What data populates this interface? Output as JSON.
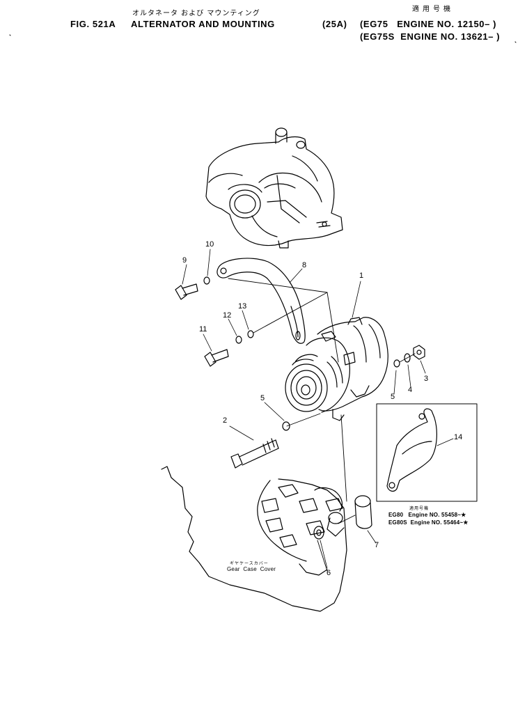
{
  "header": {
    "jp_title": "オルタネータ および マウンティング",
    "jp_applicable": "適用号機",
    "fig_no": "FIG. 521A",
    "title": "ALTERNATOR AND MOUNTING",
    "code": "(25A)",
    "applicability": [
      "(EG75   ENGINE NO. 12150– )",
      "(EG75S  ENGINE NO. 13621– )"
    ]
  },
  "callouts": [
    "1",
    "2",
    "3",
    "4",
    "5",
    "5",
    "6",
    "7",
    "8",
    "9",
    "10",
    "11",
    "12",
    "13",
    "14"
  ],
  "inset": {
    "jp_heading": "適用号機",
    "lines": [
      "EG80   Engine NO. 55458~★",
      "EG80S  Engine NO. 55464~★"
    ]
  },
  "labels": {
    "gear_case_jp": "ギヤケースカバー",
    "gear_case_en": "Gear  Case  Cover"
  }
}
